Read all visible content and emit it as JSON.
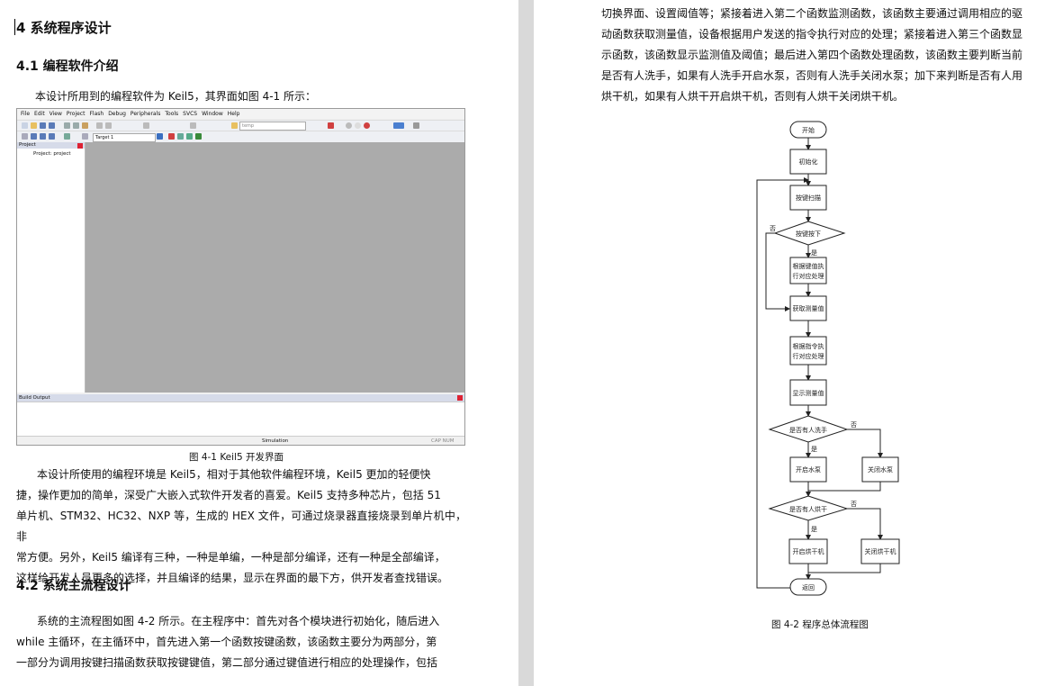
{
  "left": {
    "h1": "4  系统程序设计",
    "h2_1": "4.1  编程软件介绍",
    "intro": "本设计所用到的编程软件为 Keil5，其界面如图 4-1 所示：",
    "keil": {
      "menu": [
        "File",
        "Edit",
        "View",
        "Project",
        "Flash",
        "Debug",
        "Peripherals",
        "Tools",
        "SVCS",
        "Window",
        "Help"
      ],
      "toolbar_combo": "temp",
      "target": "Target 1",
      "project_panel": "Project",
      "project_item": "Project: project",
      "build_output": "Build Output",
      "status_center": "Simulation",
      "status_right": "CAP  NUM  "
    },
    "fig1_caption": "图 4-1 Keil5 开发界面",
    "para1": [
      "本设计所使用的编程环境是 Keil5，相对于其他软件编程环境，Keil5 更加的轻便快",
      "捷，操作更加的简单，深受广大嵌入式软件开发者的喜爱。Keil5 支持多种芯片，包括 51",
      "单片机、STM32、HC32、NXP 等，生成的 HEX 文件，可通过烧录器直接烧录到单片机中，非",
      "常方便。另外，Keil5 编译有三种，一种是单编，一种是部分编译，还有一种是全部编译，",
      "这样给开发人员更多的选择，并且编译的结果，显示在界面的最下方，供开发者查找错误。"
    ],
    "h2_2": "4.2  系统主流程设计",
    "para2": [
      "系统的主流程图如图 4-2 所示。在主程序中：首先对各个模块进行初始化，随后进入",
      "while 主循环，在主循环中，首先进入第一个函数按键函数，该函数主要分为两部分，第",
      "一部分为调用按键扫描函数获取按键键值，第二部分通过键值进行相应的处理操作，包括"
    ]
  },
  "right": {
    "para": [
      "切换界面、设置阈值等；紧接着进入第二个函数监测函数，该函数主要通过调用相应的驱",
      "动函数获取测量值，设备根据用户发送的指令执行对应的处理；紧接着进入第三个函数显",
      "示函数，该函数显示监测值及阈值；最后进入第四个函数处理函数，该函数主要判断当前",
      "是否有人洗手，如果有人洗手开启水泵，否则有人洗手关闭水泵；加下来判断是否有人用",
      "烘干机，如果有人烘干开启烘干机，否则有人烘干关闭烘干机。"
    ],
    "flow": {
      "start": "开始",
      "init": "初始化",
      "scan": "按键扫描",
      "pressed": "按键按下",
      "handle_key_1": "根据键值执",
      "handle_key_2": "行对应处理",
      "measure": "获取测量值",
      "cmd_1": "根据指令执",
      "cmd_2": "行对应处理",
      "display": "显示测量值",
      "someone_wash": "是否有人洗手",
      "pump_on": "开启水泵",
      "pump_off": "关闭水泵",
      "someone_dry": "是否有人烘干",
      "dryer_on": "开启烘干机",
      "dryer_off": "关闭烘干机",
      "return": "返回",
      "yes": "是",
      "no": "否"
    },
    "fig2_caption": "图 4-2  程序总体流程图"
  }
}
